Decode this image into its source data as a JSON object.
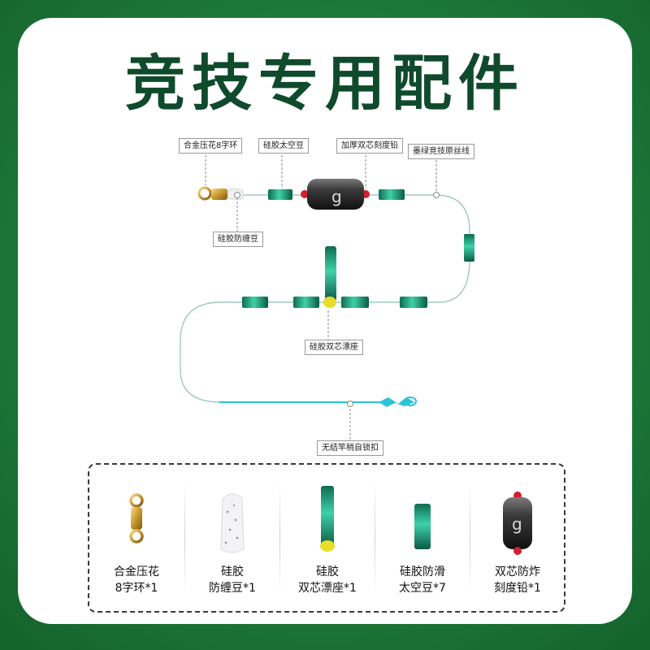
{
  "title": "竞技专用配件",
  "callouts": {
    "swivel": "合金压花8字环",
    "space_bean_top": "硅胶太空豆",
    "sinker": "加厚双芯刻度铅",
    "main_line": "墨绿竞技原丝线",
    "anti_tangle": "硅胶防缠豆",
    "float_seat": "硅胶双芯漂座",
    "knotless_clip": "无结竿稍自锁扣"
  },
  "products": [
    {
      "line1": "合金压花",
      "line2": "8字环*1"
    },
    {
      "line1": "硅胶",
      "line2": "防缠豆*1"
    },
    {
      "line1": "硅胶",
      "line2": "双芯漂座*1"
    },
    {
      "line1": "硅胶防滑",
      "line2": "太空豆*7"
    },
    {
      "line1": "双芯防炸",
      "line2": "刻度铅*1"
    }
  ],
  "sinker_mark": "g",
  "colors": {
    "background": "#1f7a3a",
    "title": "#0f4a2c",
    "bead_green": "#1aa07a",
    "line_cyan": "#29c4d8"
  }
}
